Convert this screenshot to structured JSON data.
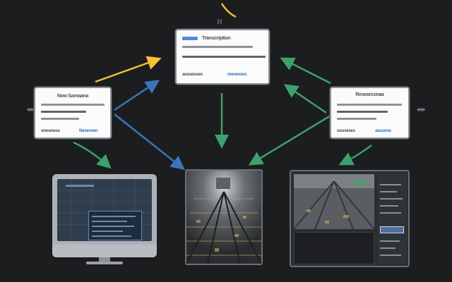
{
  "colors": {
    "background": "#1c1d1f",
    "arrow_yellow": "#f2c230",
    "arrow_blue": "#3b74b9",
    "arrow_green": "#3fa06b",
    "accent_blue": "#4a8fd6"
  },
  "top_node": {
    "title": "Transcription",
    "foot_left": "aussesseo",
    "foot_right": "menesses"
  },
  "left_node": {
    "title": "Now Samaana",
    "foot_left": "onouness",
    "foot_right": "Neseveen"
  },
  "right_node": {
    "title": "Researconaa",
    "foot_left": "souseses",
    "foot_right": "assuons"
  },
  "top_symbol": "ℍ",
  "side_symbol_left": "ᚔ",
  "side_symbol_right": "ᚔ",
  "icons": {
    "monitor": "monitor-icon",
    "photo": "scene-photo",
    "tablet": "tablet-icon"
  }
}
